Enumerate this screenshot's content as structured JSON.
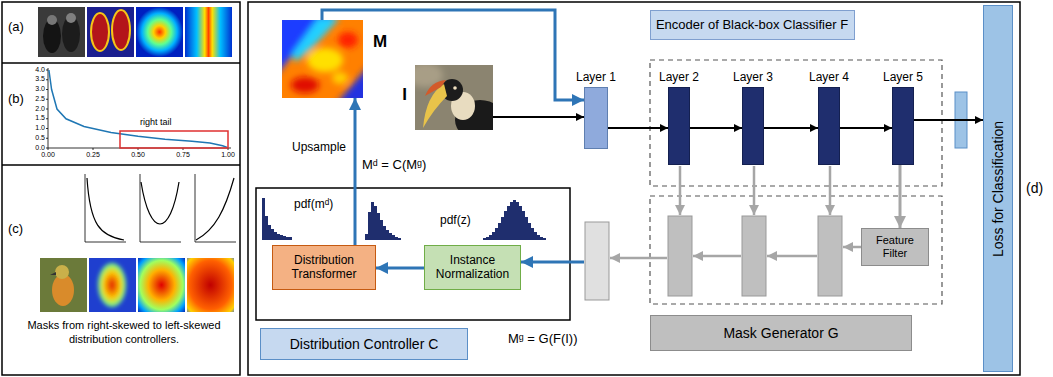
{
  "diagram": {
    "nodes": [
      {
        "text": [
          "Encoder of Black-box Classifier F"
        ]
      },
      {
        "text": [
          "M"
        ]
      },
      {
        "text": [
          "I"
        ]
      },
      {
        "text": [
          "Layer 1"
        ]
      },
      {
        "text": [
          "Layer 2"
        ]
      },
      {
        "text": [
          "Layer 3"
        ]
      },
      {
        "text": [
          "Layer 4"
        ]
      },
      {
        "text": [
          "Layer 5"
        ]
      },
      {
        "text": [
          "Loss for Classification"
        ]
      },
      {
        "text": [
          "Feature Filter"
        ]
      },
      {
        "text": [
          "Instance Normalization"
        ]
      },
      {
        "text": [
          "Distribution Transformer"
        ]
      },
      {
        "text": [
          "Mask Generator G"
        ]
      },
      {
        "text": [
          "Distribution Controller C"
        ]
      }
    ],
    "edges": [
      {
        "from": 1,
        "to": 3,
        "arrow": "to"
      },
      {
        "from": 2,
        "to": 3,
        "arrow": "to"
      },
      {
        "from": 3,
        "to": 4,
        "arrow": "to"
      },
      {
        "from": 4,
        "to": 5,
        "arrow": "to"
      },
      {
        "from": 5,
        "to": 6,
        "arrow": "to"
      },
      {
        "from": 6,
        "to": 7,
        "arrow": "to"
      },
      {
        "from": 7,
        "to": 8,
        "arrow": "to"
      },
      {
        "from": 7,
        "to": 9,
        "arrow": "to"
      },
      {
        "from": 10,
        "to": 11,
        "arrow": "to"
      },
      {
        "from": 11,
        "to": 1,
        "label": "Upsample",
        "arrow": "to"
      }
    ],
    "labels": [
      "(a)",
      "(b)",
      "(c)",
      "(d)",
      "right tail",
      "0.00",
      "0.25",
      "0.50",
      "0.75",
      "1.00",
      "0.0",
      "0.5",
      "1.0",
      "1.5",
      "2.0",
      "2.5",
      "3.0",
      "3.5",
      "4.0",
      "Masks from right-skewed to left-skewed distribution controllers.",
      "Mᵍ = G(F(I))",
      "Mᵈ = C(Mᵍ)",
      "pdf(mᵈ)",
      "pdf(z)"
    ]
  }
}
